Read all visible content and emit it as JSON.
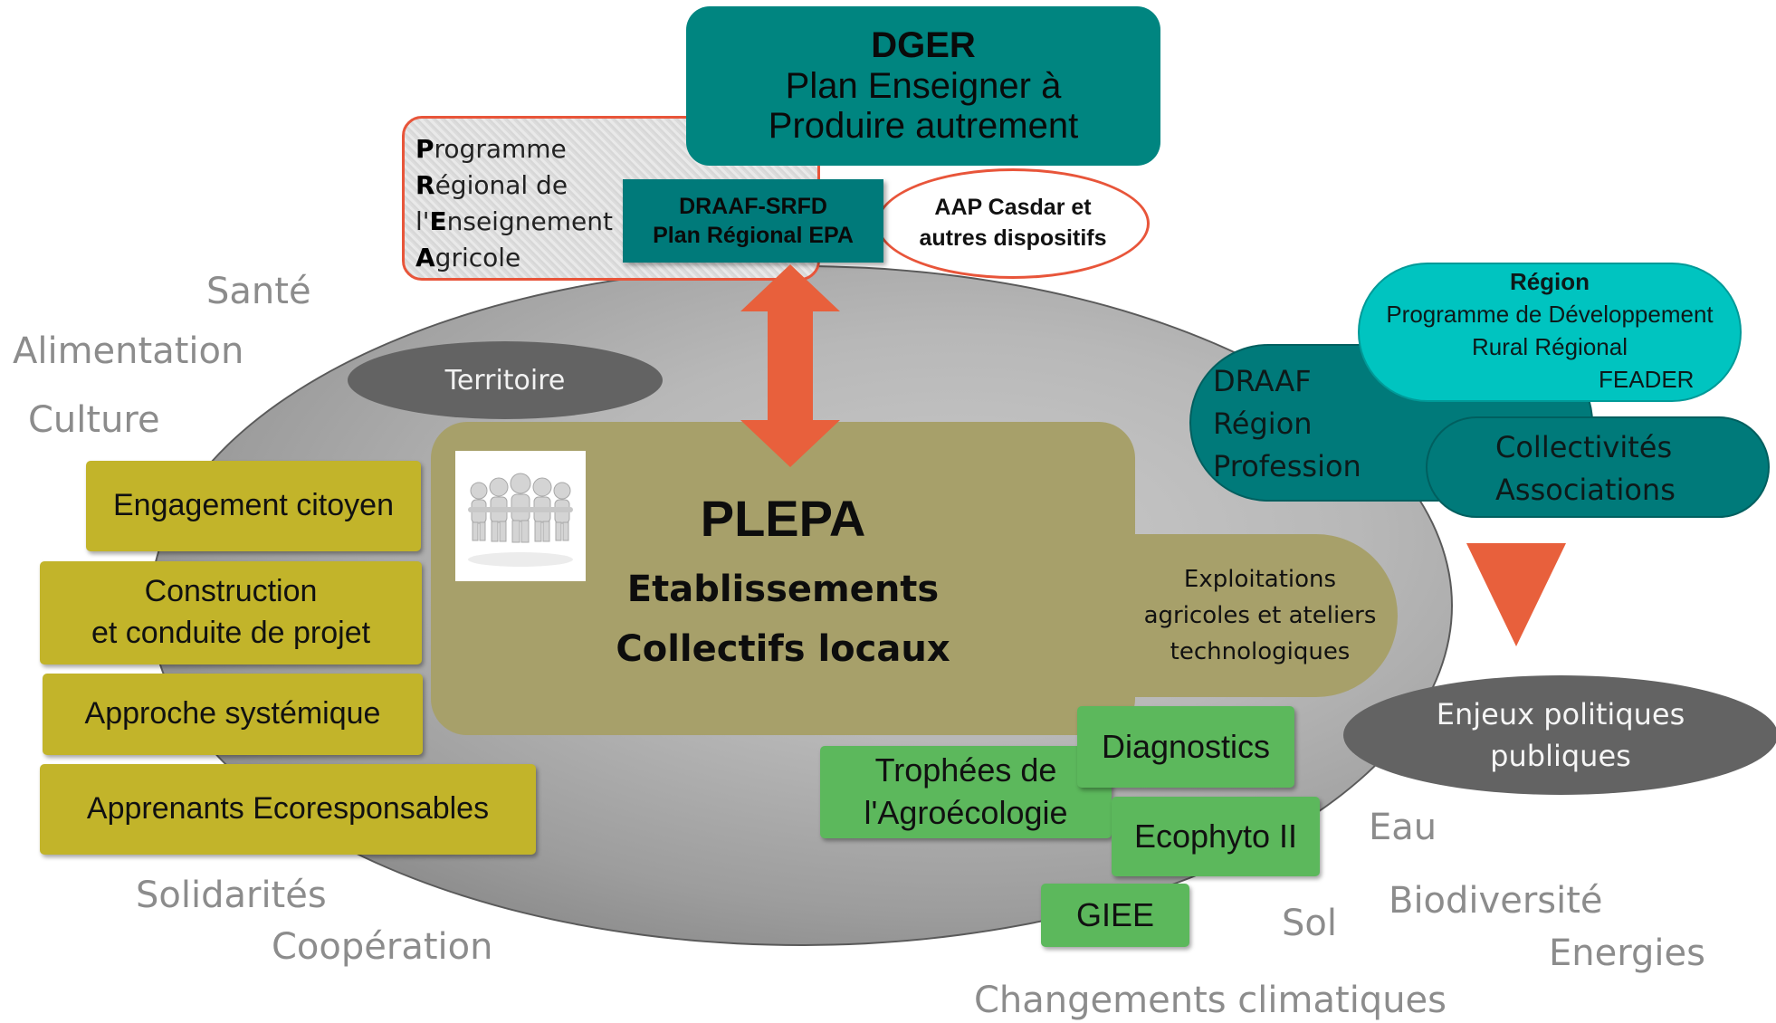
{
  "top": {
    "dger": {
      "title": "DGER",
      "line1": "Plan Enseigner à",
      "line2": "Produire autrement"
    },
    "prea": {
      "lines": [
        {
          "initial": "P",
          "rest": "rogramme"
        },
        {
          "initial": "R",
          "rest": "égional de"
        },
        {
          "initial": "",
          "pre": "l'",
          "initial2": "E",
          "rest": "nseignement"
        },
        {
          "initial": "A",
          "rest": "gricole"
        }
      ],
      "line1_initial": "P",
      "line1_rest": "rogramme",
      "line2_initial": "R",
      "line2_rest": "égional de",
      "line3_pre": "l'",
      "line3_initial": "E",
      "line3_rest": "nseignement",
      "line4_initial": "A",
      "line4_rest": "gricole",
      "border_color": "#e8553a"
    },
    "draaf_srfd": {
      "line1": "DRAAF-SRFD",
      "line2": "Plan Régional EPA"
    },
    "aap": {
      "line1": "AAP Casdar et",
      "line2": "autres dispositifs"
    }
  },
  "center": {
    "territoire": "Territoire",
    "plepa": {
      "title": "PLEPA",
      "line2": "Etablissements",
      "line3": "Collectifs locaux"
    },
    "exploitations": {
      "line1": "Exploitations",
      "line2": "agricoles et ateliers",
      "line3": "technologiques"
    }
  },
  "left_boxes": {
    "engagement": "Engagement citoyen",
    "construction_l1": "Construction",
    "construction_l2": "et conduite de projet",
    "approche": "Approche systémique",
    "apprenants": "Apprenants Ecoresponsables"
  },
  "green_boxes": {
    "trophees_l1": "Trophées de",
    "trophees_l2": "l'Agroécologie",
    "diagnostics": "Diagnostics",
    "ecophyto": "Ecophyto II",
    "giee": "GIEE"
  },
  "right": {
    "draaf": [
      "DRAAF",
      "Région",
      "Profession"
    ],
    "collectivites": [
      "Collectivités",
      "Associations"
    ],
    "region": {
      "title": "Région",
      "line2": "Programme de Développement",
      "line3": "Rural Régional",
      "line4": "FEADER"
    },
    "enjeux_l1": "Enjeux politiques",
    "enjeux_l2": "publiques"
  },
  "keywords": {
    "sante": "Santé",
    "alimentation": "Alimentation",
    "culture": "Culture",
    "solidarites": "Solidarités",
    "cooperation": "Coopération",
    "eau": "Eau",
    "biodiversite": "Biodiversité",
    "sol": "Sol",
    "energies": "Energies",
    "changements": "Changements climatiques"
  },
  "colors": {
    "teal_dark": "#008580",
    "teal_light": "#00c4c0",
    "orange_arrow": "#e8603c",
    "olive": "#a7a06a",
    "yellow_box": "#c2b42a",
    "green_box": "#5cb85c",
    "grey_pill": "#636363",
    "keyword_grey": "#8c8c8c"
  },
  "icons": {
    "people": "group-of-people-icon",
    "double_arrow": "double-headed-vertical-arrow",
    "down_triangle": "down-pointing-triangle"
  }
}
